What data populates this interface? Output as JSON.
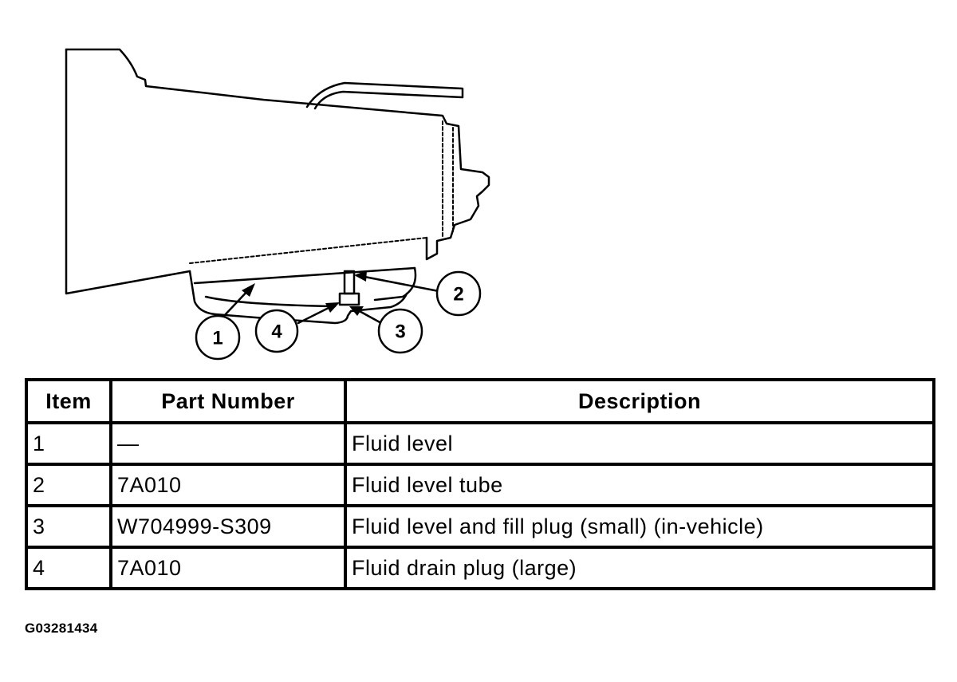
{
  "callouts": [
    "1",
    "2",
    "3",
    "4"
  ],
  "table": {
    "headers": {
      "item": "Item",
      "part_number": "Part Number",
      "description": "Description"
    },
    "rows": [
      {
        "item": "1",
        "part_number": "—",
        "description": "Fluid level"
      },
      {
        "item": "2",
        "part_number": "7A010",
        "description": "Fluid level tube"
      },
      {
        "item": "3",
        "part_number": "W704999-S309",
        "description": "Fluid level and fill plug (small) (in-vehicle)"
      },
      {
        "item": "4",
        "part_number": "7A010",
        "description": "Fluid drain plug (large)"
      }
    ]
  },
  "figure_id": "G03281434"
}
